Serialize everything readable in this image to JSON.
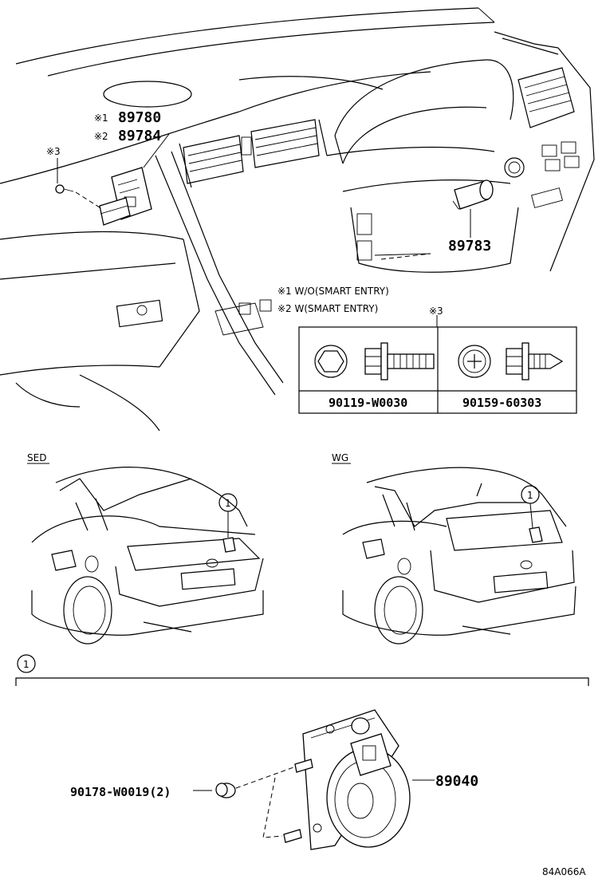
{
  "diagram": {
    "callouts": {
      "p89780": {
        "mark": "※1",
        "number": "89780"
      },
      "p89784": {
        "mark": "※2",
        "number": "89784"
      },
      "p89783": {
        "number": "89783"
      },
      "mark3": "※3",
      "p89040": {
        "number": "89040"
      },
      "p90178": {
        "number": "90178-W0019(2)"
      }
    },
    "notes": {
      "note1": "※1 W/O(SMART ENTRY)",
      "note2": "※2 W(SMART ENTRY)",
      "note3_mark": "※3"
    },
    "bolt_table": {
      "left": "90119-W0030",
      "right": "90159-60303"
    },
    "views": {
      "sed": "SED",
      "wg": "WG",
      "ref_circle": "1",
      "section_circle": "1"
    },
    "figure_code": "84A066A"
  }
}
